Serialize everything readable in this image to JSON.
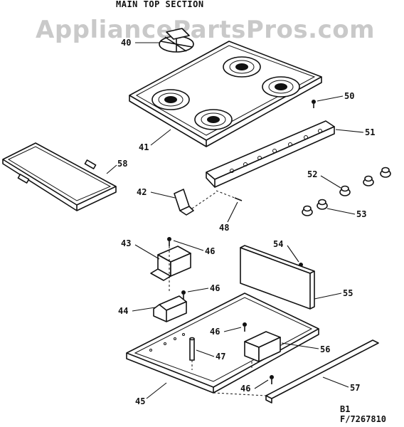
{
  "diagram": {
    "title": "MAIN TOP SECTION",
    "watermark": "AppliancePartsPros.com",
    "code_line1": "B1",
    "code_line2": "F/7267810"
  },
  "labels": {
    "p40": "40",
    "p41": "41",
    "p42": "42",
    "p43": "43",
    "p44": "44",
    "p45": "45",
    "p46a": "46",
    "p46b": "46",
    "p46c": "46",
    "p46d": "46",
    "p47": "47",
    "p48": "48",
    "p50": "50",
    "p51": "51",
    "p52": "52",
    "p53": "53",
    "p54": "54",
    "p55": "55",
    "p56": "56",
    "p57": "57",
    "p58": "58"
  }
}
